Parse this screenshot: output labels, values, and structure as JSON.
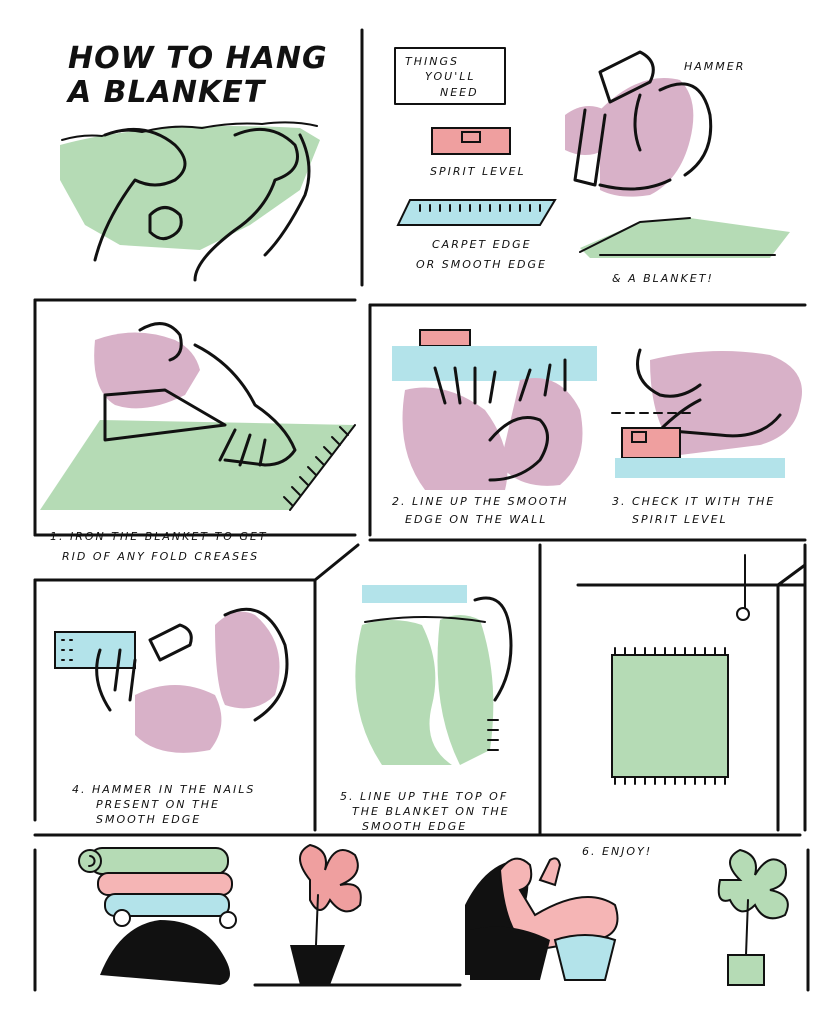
{
  "title": {
    "line1": "HOW TO HANG",
    "line2": "A BLANKET"
  },
  "things": {
    "heading": [
      "THINGS",
      "YOU'LL",
      "NEED"
    ],
    "hammer": "HAMMER",
    "spirit_level": "SPIRIT LEVEL",
    "carpet_edge": [
      "CARPET EDGE",
      "OR SMOOTH EDGE"
    ],
    "blanket": "& A BLANKET!"
  },
  "steps": {
    "s1": [
      "1.  IRON THE BLANKET TO GET",
      "RID OF ANY FOLD CREASES"
    ],
    "s2": [
      "2. LINE UP THE SMOOTH",
      "EDGE ON THE WALL"
    ],
    "s3": [
      "3. CHECK IT WITH THE",
      "SPIRIT LEVEL"
    ],
    "s4": [
      "4. HAMMER IN THE NAILS",
      "PRESENT ON THE",
      "SMOOTH EDGE"
    ],
    "s5": [
      "5. LINE UP THE TOP OF",
      "THE BLANKET ON THE",
      "SMOOTH EDGE"
    ],
    "s6": "6. ENJOY!"
  },
  "colors": {
    "green": "#b5dbb5",
    "pink": "#d8b1c8",
    "blue": "#b3e3ea",
    "salmon": "#ef9f9f",
    "ink": "#111111"
  }
}
